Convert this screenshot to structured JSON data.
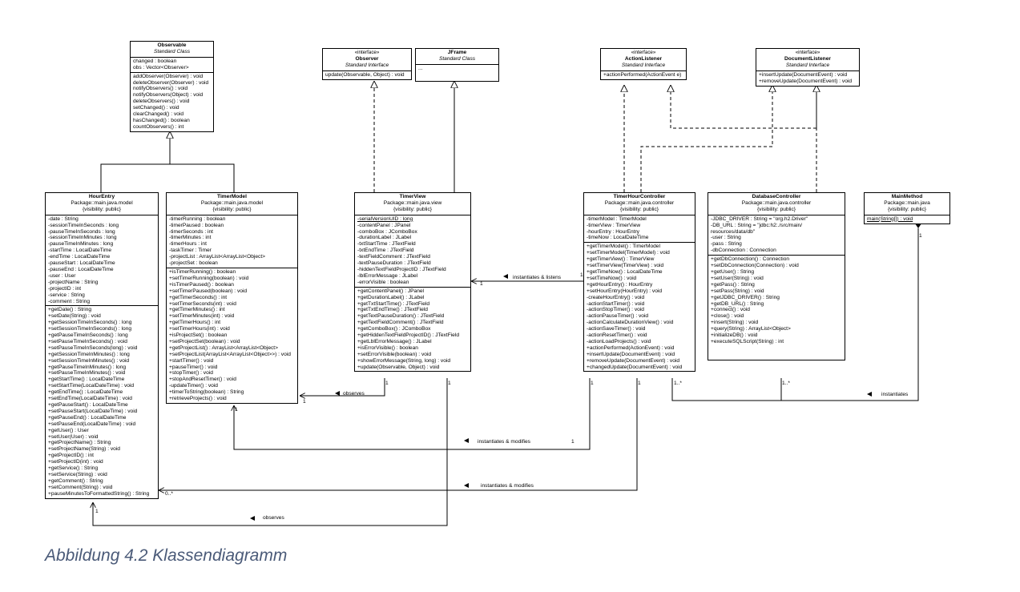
{
  "caption": "Abbildung 4.2 Klassendiagramm",
  "classes": {
    "observable": {
      "name": "Observable",
      "subtitle": "Standard Class",
      "attributes": [
        "changed : boolean",
        "obs : Vector<Observer>"
      ],
      "methods": [
        "addObserver(Observer) : void",
        "deleteObserver(Observer) : void",
        "notifyObservers() : void",
        "notifyObservers(Object) : void",
        "deleteObservers() : void",
        "setChanged() : void",
        "clearChanged() : void",
        "hasChanged() : boolean",
        "countObservers() : int"
      ]
    },
    "observer": {
      "stereotype": "«interface»",
      "name": "Observer",
      "subtitle": "Standard Interface",
      "methods": [
        "update(Observable, Object) : void"
      ]
    },
    "jframe": {
      "name": "JFrame",
      "subtitle": "Standard Class",
      "methods": [
        "..."
      ]
    },
    "actionlistener": {
      "stereotype": "«interface»",
      "name": "ActionListener",
      "subtitle": "Standard Interface",
      "methods": [
        "+actionPerformed(ActionEvent e)"
      ]
    },
    "documentlistener": {
      "stereotype": "«interface»",
      "name": "DocumentListener",
      "subtitle": "Standard Interface",
      "methods": [
        "+insertUpdate(DocumentEvent) : void",
        "+removeUpdate(DocumentEvent) : void"
      ]
    },
    "hourentry": {
      "name": "HourEntry",
      "package": "Package::main.java.model",
      "visibility": "{visibility: public}",
      "attributes": [
        "-date : String",
        "-sessionTimeInSeconds : long",
        "-pauseTimeInSeconds : long",
        "-sessionTimeInMinutes : long",
        "-pauseTimeInMinutes : long",
        "-startTime : LocalDateTime",
        "-endTime : LocalDateTime",
        "-pauseStart : LocalDateTime",
        "-pauseEnd : LocalDateTime",
        "-user : User",
        "-projectName : String",
        "-projectID : int",
        "-service : String",
        "-comment : String"
      ],
      "methods": [
        "+getDate() : String",
        "+setDate(String) : void",
        "+getSessionTimeInSeconds() : long",
        "+setSessionTimeInSeconds() : long",
        "+getPauseTimeInSeconds() : long",
        "+setPauseTimeInSeconds() : void",
        "+setPauseTimeInSeconds(long) : void",
        "+getSessionTimeInMinutes() : long",
        "+setSessionTimeInMinutes() : void",
        "+getPauseTimeInMinutes() : long",
        "+setPauseTimeInMinutes() : void",
        "+getStartTime() : LocalDateTime",
        "+setStartTime(LocalDateTime) : void",
        "+getEndTime() : LocalDateTime",
        "+setEndTime(LocalDateTime) : void",
        "+getPauseStart() : LocalDateTime",
        "+setPauseStart(LocalDateTime) : void",
        "+getPauseEnd() : LocalDateTime",
        "+setPauseEnd(LocalDateTime) : void",
        "+getUser() : User",
        "+setUser(User) : void",
        "+getProjectName() : String",
        "+setProjectName(String) : void",
        "+getProjectID() : int",
        "+setProjectID(int) : void",
        "+getService() : String",
        "+setService(String) : void",
        "+getComment() : String",
        "+setComment(String) : void",
        "+pauseMinutesToFormattedString() : String"
      ]
    },
    "timermodel": {
      "name": "TimerModel",
      "package": "Package::main.java.model",
      "visibility": "{visibility: public}",
      "attributes": [
        "-timerRunning : boolean",
        "-timerPaused : boolean",
        "-timerSeconds : int",
        "-timerMinutes : int",
        "-timerHours : int",
        "-taskTimer : Timer",
        "-projectList : ArrayList<ArrayList<Object>",
        "-projectSet : boolean"
      ],
      "methods": [
        "+isTimerRunning() : boolean",
        "+setTimerRunning(boolean) : void",
        "+isTimerPaused() : boolean",
        "+setTimerPaused(boolean) : void",
        "+getTimerSeconds() : int",
        "+setTimerSeconds(int) : void",
        "+getTimerMinutes() : int",
        "+setTimerMinutes(int) : void",
        "+getTimerHours() : int",
        "+setTimerHours(int) : void",
        "+isProjectSet() : boolean",
        "+setProjectSet(boolean) : void",
        "+getProjectList() : ArrayList<ArrayList<Object>",
        "+setProjectList(ArrayList<ArrayList<Object>>) : void",
        "+startTimer() : void",
        "+pauseTimer() : void",
        "+stopTimer() : void",
        "+stopAndResetTimer() : void",
        "-updateTimer() : void",
        "+timerToString(boolean) : String",
        "+retrieveProjects() : void"
      ]
    },
    "timerview": {
      "name": "TimerView",
      "package": "Package::main.java.view",
      "visibility": "{visibility: public}",
      "attributes": [
        "-serialVersionUID : long",
        "-contentPanel : JPanel",
        "-comboBox : JComboBox",
        "-durationLabel : JLabel",
        "-txtStartTime : JTextField",
        "-txtEndTime : JTextField",
        "-textFieldComment : JTextField",
        "-textPauseDuration : JTextField",
        "-hiddenTextFieldProjectID : JTextField",
        "-lblErrorMessage : JLabel",
        "-errorVisible : boolean"
      ],
      "methods": [
        "+getContentPanel() : JPanel",
        "+getDurationLabel() : JLabel",
        "+getTxtStartTime() : JTextField",
        "+getTxtEndTime() : JTextField",
        "+getTextPauseDuration() : JTextField",
        "+getTextFieldComment() : JTextField",
        "+getComboBox() : JComboBox",
        "+getHiddenTextFieldProjectID() : JTextField",
        "+getLblErrorMessage() : JLabel",
        "+isErrorVisible() : boolean",
        "+setErrorVisible(boolean) : void",
        "+showErrorMessage(String, long) : void",
        "+update(Observable, Object) : void"
      ]
    },
    "timerhourcontroller": {
      "name": "TimerHourController",
      "package": "Package::main.java.controller",
      "visibility": "{visibility: public}",
      "attributes": [
        "-timerModel : TimerModel",
        "-timerView : TimerView",
        "-hourEntry : HourEntry",
        "-timeNow : LocalDateTime"
      ],
      "methods": [
        "+getTimerModel() : TimerModel",
        "+setTimerModel(TimerModel) : void",
        "+getTimerView() : TimerView",
        "+setTimerView(TimerView) : void",
        "+getTimeNow() : LocalDateTime",
        "+setTimeNow() : void",
        "+getHourEntry() : HourEntry",
        "+setHourEntry(HourEntry) : void",
        "-createHourEntry() : void",
        "-actionStartTimer() : void",
        "-actionStopTimer() : void",
        "-actionPauseTimer() : void",
        "-actionCalculateDurationView() : void",
        "-actionSaveTimer() : void",
        "-actionResetTimer() : void",
        "-actionLoadProjects() : void",
        "+actionPerformed(ActionEvent) : void",
        "+insertUpdate(DocumentEvent) : void",
        "+removeUpdate(DocumentEvent) : void",
        "+changedUpdate(DocumentEvent) : void"
      ]
    },
    "databasecontroller": {
      "name": "DatabaseController",
      "package": "Package::main.java.controller",
      "visibility": "{visibility: public}",
      "attributes": [
        "-JDBC_DRIVER : String = \"org.h2.Driver\"",
        "-DB_URL : String = \"jdbc:h2:./src/main/",
        "resources/data/db\"",
        "-user : String",
        "-pass : String",
        "-dbConnection : Connection"
      ],
      "methods": [
        "+getDbConnection() : Connection",
        "+setDbConnection(Connection) : void",
        "+getUser() : String",
        "+setUser(String) : void",
        "+getPass() : String",
        "+setPass(String) : void",
        "+getJDBC_DRIVER() : String",
        "+getDB_URL() : String",
        "+connect() : void",
        "+close() : void",
        "+insert(String) : void",
        "+query(String) : ArrayList<Object>",
        "+initializeDB() : void",
        "+executeSQLScript(String) : int"
      ]
    },
    "mainmethod": {
      "name": "MainMethod",
      "package": "Package::main.java",
      "visibility": "{visibility: public}",
      "methods": [
        "main(String[]) : void"
      ]
    }
  },
  "relations": {
    "instantiates_listens": "instantiates & listens",
    "observes_model": "observes",
    "instantiates_modifies_model": "instantiates & modifies",
    "instantiates_modifies_entry": "instantiates & modifies",
    "instantiates_db": "instantiates",
    "observes_entry": "observes",
    "mult_one": "1",
    "mult_many": "1..*",
    "mult_zero_many": "0..*"
  }
}
